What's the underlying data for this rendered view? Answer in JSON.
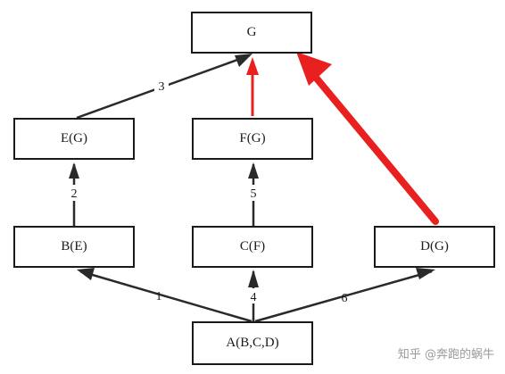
{
  "nodes": {
    "g": "G",
    "e": "E(G)",
    "f": "F(G)",
    "b": "B(E)",
    "c": "C(F)",
    "d": "D(G)",
    "a": "A(B,C,D)"
  },
  "edges": {
    "e_to_g": "3",
    "b_to_e": "2",
    "c_to_f": "5",
    "a_to_b": "1",
    "a_to_c": "4",
    "a_to_d": "6"
  },
  "colors": {
    "line": "#2a2a2a",
    "highlight": "#e8201f"
  },
  "watermark": "知乎 @奔跑的蜗牛"
}
